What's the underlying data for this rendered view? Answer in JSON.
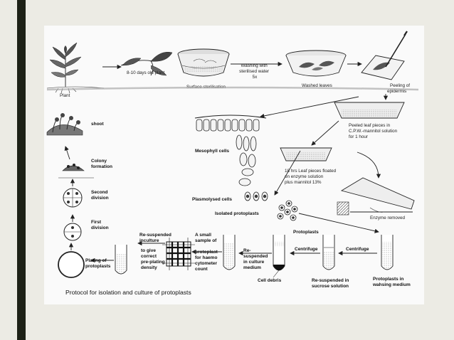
{
  "labels": {
    "plant": "Plant",
    "days_old_plant": "8-10 days old plant",
    "surface_sterilisation": "Surface sterilisation",
    "washing_water": [
      "Washing with",
      "sterilised water",
      "5x"
    ],
    "washed_leaves": "Washed leaves",
    "peeling": [
      "Peeling of",
      "epidermis"
    ],
    "peeled_leaf": [
      "Peeled leaf pieces in",
      "C.P.W.-mannitol solution",
      "for 1 hour"
    ],
    "mesophyll": "Mesophyll cells",
    "floated": [
      "18 hrs Leaf pieces floated",
      "on enzyme solution",
      "plus mannitol 13%"
    ],
    "enzyme_removed": "Enzyme removed",
    "plasmolysed": "Plasmolysed cells",
    "isolated": "Isolated protoplasts",
    "protoplasts": "Protoplasts",
    "centrifuge_1": "Centrifuge",
    "centrifuge_2": "Centrifuge",
    "cell_debris": "Cell debris",
    "resusp_sucrose": [
      "Re-suspended in",
      "sucrose solution"
    ],
    "protoplasts_washing": [
      "Protoplasts in",
      "wahsing medium"
    ],
    "resusp_culture": [
      "Re-",
      "suspended",
      "in culture",
      "medium"
    ],
    "small_sample": [
      "A small",
      "sample of"
    ],
    "haemo": [
      "protoplast",
      "for haemo",
      "cytometer",
      "count"
    ],
    "resusp_inculture": [
      "Re-suspended",
      "inculture"
    ],
    "correct_density": [
      "to give",
      "correct",
      "pre-plating",
      "density"
    ],
    "plating": [
      "Plating of",
      "protoplasts"
    ],
    "first_division": [
      "First",
      "division"
    ],
    "second_division": [
      "Second",
      "division"
    ],
    "colony": [
      "Colony",
      "formation"
    ],
    "shoot": "shoot",
    "caption": "Protocol for isolation and culture of protoplasts"
  }
}
